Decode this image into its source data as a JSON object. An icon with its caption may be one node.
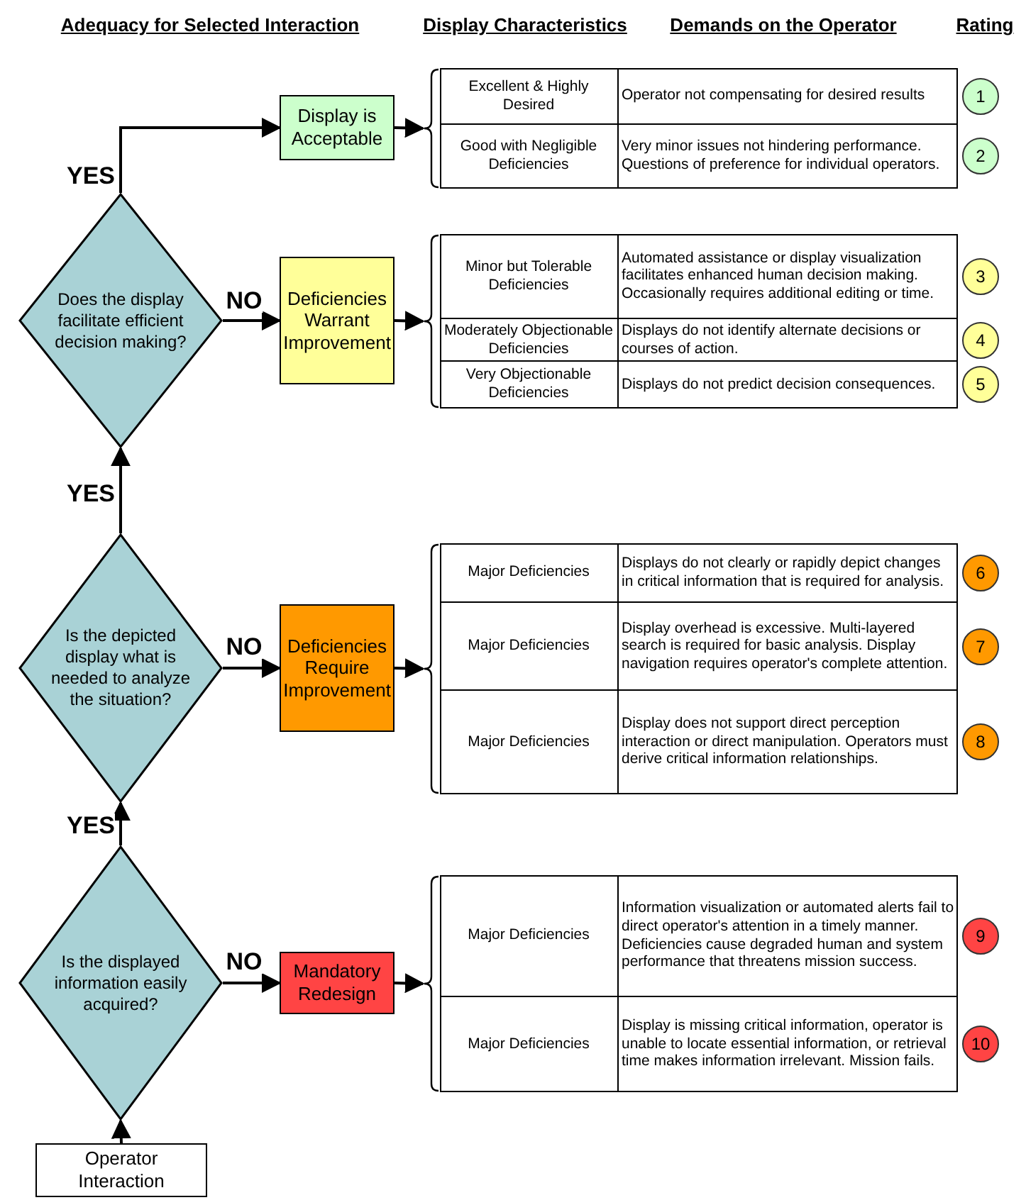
{
  "diagram": {
    "nodes": [
      {
        "text": [
          "Display is Acceptable"
        ]
      },
      {
        "text": [],
        "shape": "box"
      },
      {
        "text": [
          "Excellent & Highly Desired",
          "Operator not compensating for desired results"
        ],
        "in": 1
      },
      {
        "text": [
          "Good with Negligible Deficiencies",
          "Very minor issues not hindering performance. Questions of preference for individual operators."
        ],
        "in": 1
      },
      {
        "text": [
          "1"
        ]
      },
      {
        "text": [
          "2"
        ]
      },
      {
        "text": [
          "Does the display facilitate efficient decision making?"
        ]
      },
      {
        "text": [
          "Deficiencies Warrant Improvement"
        ]
      },
      {
        "text": [],
        "shape": "box"
      },
      {
        "text": [
          "Minor but Tolerable Deficiencies",
          "Automated assistance or display visualization facilitates enhanced human decision making. Occasionally requires additional editing or time."
        ],
        "in": 8
      },
      {
        "text": [
          "Moderately Objectionable Deficiencies",
          "Displays do not identify alternate decisions or courses of action."
        ],
        "in": 8
      },
      {
        "text": [
          "Very Objectionable Deficiencies",
          "Displays do not predict decision consequences."
        ],
        "in": 8
      },
      {
        "text": [
          "3"
        ]
      },
      {
        "text": [
          "4"
        ]
      },
      {
        "text": [
          "5"
        ]
      },
      {
        "text": [
          "Is the depicted display what is needed to analyze the situation?"
        ]
      },
      {
        "text": [
          "Deficiencies Require Improvement"
        ]
      },
      {
        "text": [],
        "shape": "box"
      },
      {
        "text": [
          "Major Deficiencies",
          "Displays do not clearly or rapidly depict changes in critical information that is required for analysis."
        ],
        "in": 17
      },
      {
        "text": [
          "Major Deficiencies",
          "Display overhead is excessive.  Multi-layered search is required for basic analysis.  Display navigation requires operator's complete attention."
        ],
        "in": 17
      },
      {
        "text": [
          "Major Deficiencies",
          "Display does not support direct perception interaction or direct manipulation.  Operators must derive critical information relationships."
        ],
        "in": 17
      },
      {
        "text": [
          "6"
        ]
      },
      {
        "text": [
          "7"
        ]
      },
      {
        "text": [
          "8"
        ]
      },
      {
        "text": [
          "Is the displayed information easily acquired?"
        ]
      },
      {
        "text": [
          "Mandatory Redesign"
        ]
      },
      {
        "text": [],
        "shape": "box"
      },
      {
        "text": [
          "Major Deficiencies",
          "Information visualization or automated alerts fail to direct operator's attention in a timely manner. Deficiencies cause degraded human and system performance that threatens mission success."
        ],
        "in": 26
      },
      {
        "text": [
          "Major Deficiencies",
          "Display is missing critical information, operator is unable to locate essential information, or retrieval time makes information irrelevant.  Mission fails."
        ],
        "in": 26
      },
      {
        "text": [
          "9"
        ]
      },
      {
        "text": [
          "10"
        ]
      },
      {
        "text": [
          "Operator Interaction"
        ]
      }
    ],
    "edges": [
      {
        "from": 31,
        "to": 24,
        "arrow": "to"
      },
      {
        "from": 24,
        "to": 15,
        "arrow": "to",
        "label": "YES"
      },
      {
        "from": 15,
        "to": 6,
        "arrow": "to",
        "label": "YES"
      },
      {
        "from": 6,
        "to": 0,
        "arrow": "to",
        "label": "YES"
      },
      {
        "from": 6,
        "to": 7,
        "arrow": "to",
        "label": "NO"
      },
      {
        "from": 15,
        "to": 16,
        "arrow": "to",
        "label": "NO"
      },
      {
        "from": 24,
        "to": 25,
        "arrow": "to",
        "label": "NO"
      },
      {
        "from": 0,
        "to": 1,
        "arrow": "to"
      },
      {
        "from": 7,
        "to": 8,
        "arrow": "to"
      },
      {
        "from": 16,
        "to": 17,
        "arrow": "to"
      },
      {
        "from": 25,
        "to": 26,
        "arrow": "to"
      }
    ],
    "labels": [
      "Adequacy for Selected Interaction",
      "Display Characteristics",
      "Demands on the Operator",
      "Rating"
    ]
  }
}
